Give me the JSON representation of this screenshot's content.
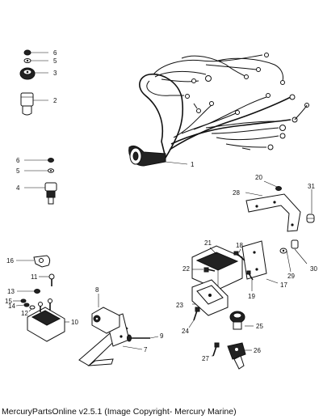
{
  "footer": {
    "caption": "MercuryPartsOnline v2.5.1 (Image Copyright- Mercury Marine)"
  },
  "callouts": [
    "1",
    "2",
    "3",
    "4",
    "5",
    "6",
    "7",
    "8",
    "9",
    "10",
    "11",
    "12",
    "13",
    "14",
    "15",
    "16",
    "17",
    "18",
    "19",
    "20",
    "21",
    "22",
    "23",
    "24",
    "25",
    "26",
    "27",
    "28",
    "29",
    "30",
    "31"
  ]
}
